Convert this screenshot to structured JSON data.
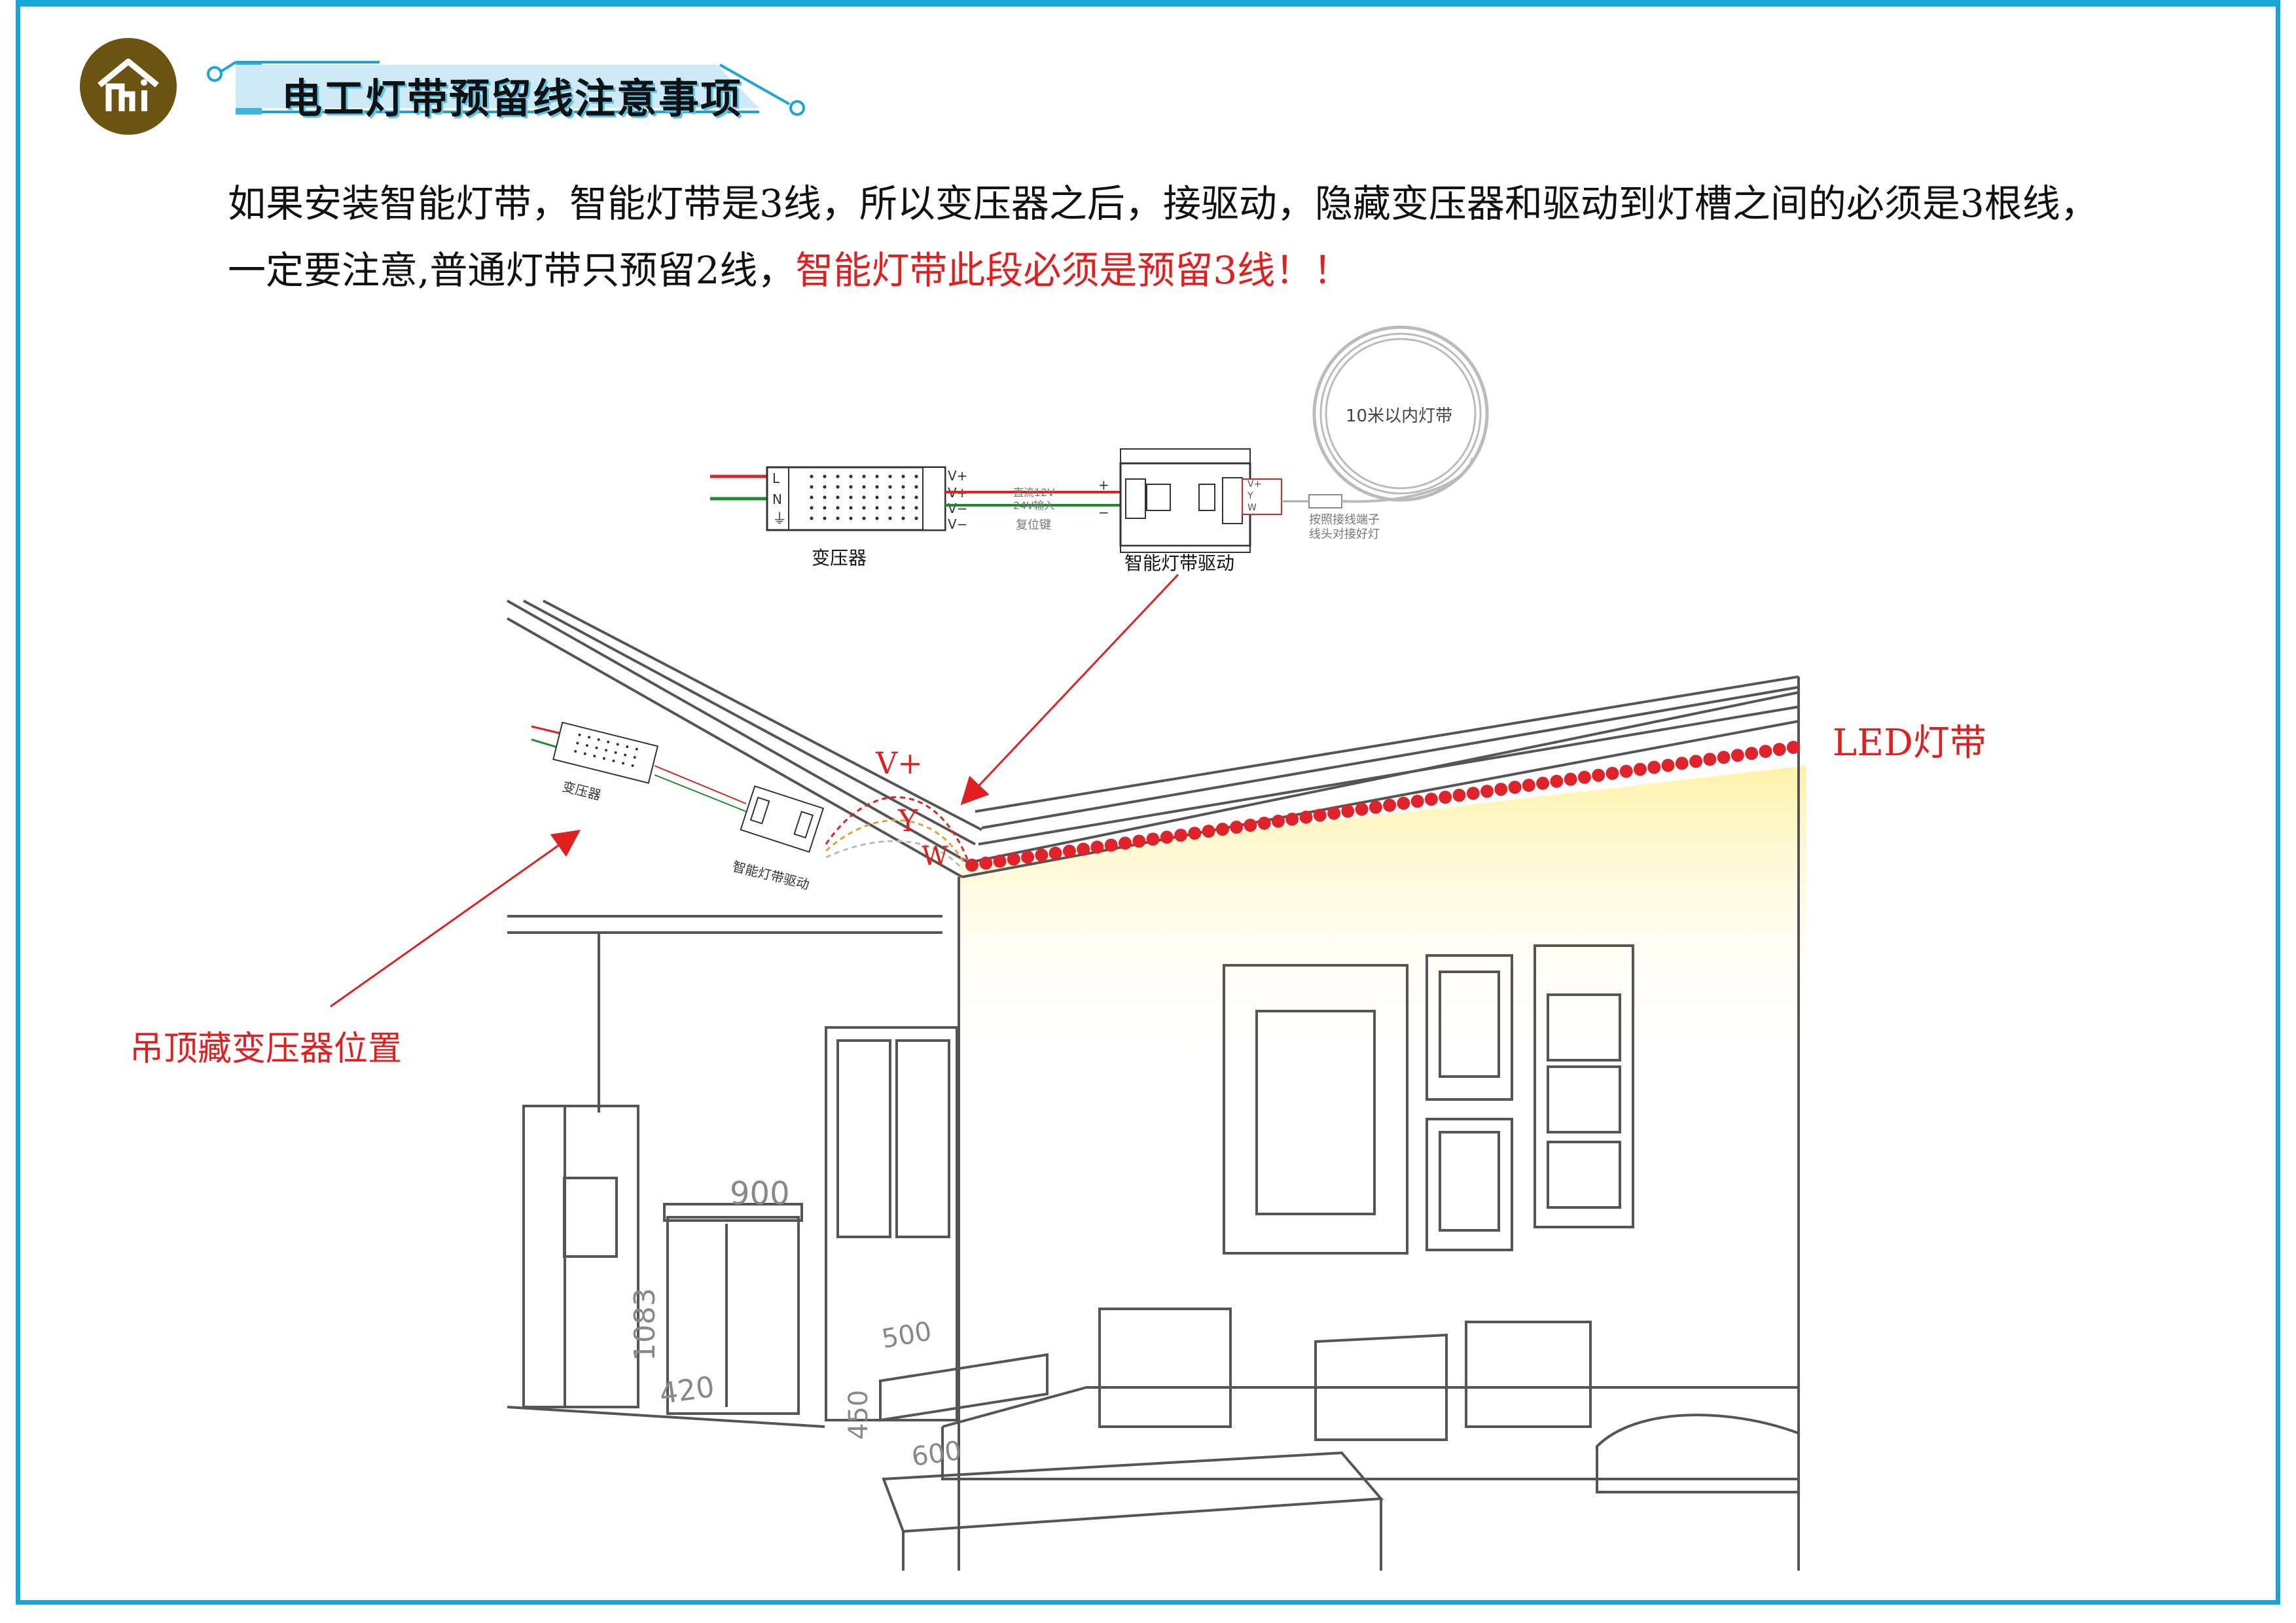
{
  "header": {
    "title": "电工灯带预留线注意事项",
    "logo_icon": "house-logo-icon",
    "accent_color": "#1aa5d8",
    "logo_color": "#6b5312"
  },
  "body": {
    "line1": "如果安装智能灯带，智能灯带是3线，所以变压器之后，接驱动，隐藏变压器和驱动到灯槽之间的必须是3根线，",
    "line2_normal": "一定要注意,普通灯带只预留2线，",
    "line2_red": "智能灯带此段必须是预留3线！！"
  },
  "wiring": {
    "transformer_label": "变压器",
    "driver_label": "智能灯带驱动",
    "strip_coil_label": "10米以内灯带",
    "input_L": "L",
    "input_N": "N",
    "out_vplus_1": "V+",
    "out_vplus_2": "V+",
    "out_vminus_1": "V−",
    "out_vminus_2": "V−",
    "dc_input_note1": "直流12V",
    "dc_input_note2": "24V输入",
    "reset_key": "复位键",
    "plus": "+",
    "minus": "−",
    "drv_vplus": "V+",
    "drv_y": "Y",
    "drv_w": "W",
    "connector_note1": "按照接线端子",
    "connector_note2": "线头对接好灯"
  },
  "scene": {
    "mini_transformer_label": "变压器",
    "mini_driver_label": "智能灯带驱动",
    "wire_vplus": "V+",
    "wire_y": "Y",
    "wire_w": "W",
    "led_strip_label": "LED灯带",
    "hidden_transformer_label": "吊顶藏变压器位置",
    "dim_900": "900",
    "dim_1083": "1083",
    "dim_420": "420",
    "dim_500": "500",
    "dim_450": "450",
    "dim_600": "600"
  }
}
